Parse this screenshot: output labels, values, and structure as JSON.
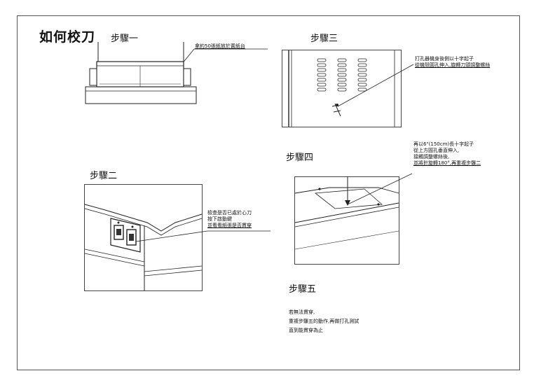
{
  "title": "如何校刀",
  "steps": {
    "s1": {
      "label": "步驟一",
      "note": "拿約50張紙放於置紙台"
    },
    "s2": {
      "label": "步驟二",
      "notes": [
        "檢查是否已處於心刀",
        "按下啟動鍵",
        "並看看紙張是否貫穿"
      ]
    },
    "s3": {
      "label": "步驟三",
      "notes": [
        "打孔器機身後側以十字起子",
        "從機殼圓孔伸入,旋轉刀頭調整螺絲"
      ]
    },
    "s4": {
      "label": "步驟四",
      "notes": [
        "再以6\"(150cm)長十字起子",
        "從上方圓孔垂直伸入,",
        "接觸調整螺絲後,",
        "並將針旋轉180°,再重複步驟二"
      ]
    },
    "s5": {
      "label": "步驟五",
      "notes": [
        "若無法貫穿,",
        "重複步驟五的動作,再做打孔測試",
        "直到能貫穿為止"
      ]
    }
  }
}
